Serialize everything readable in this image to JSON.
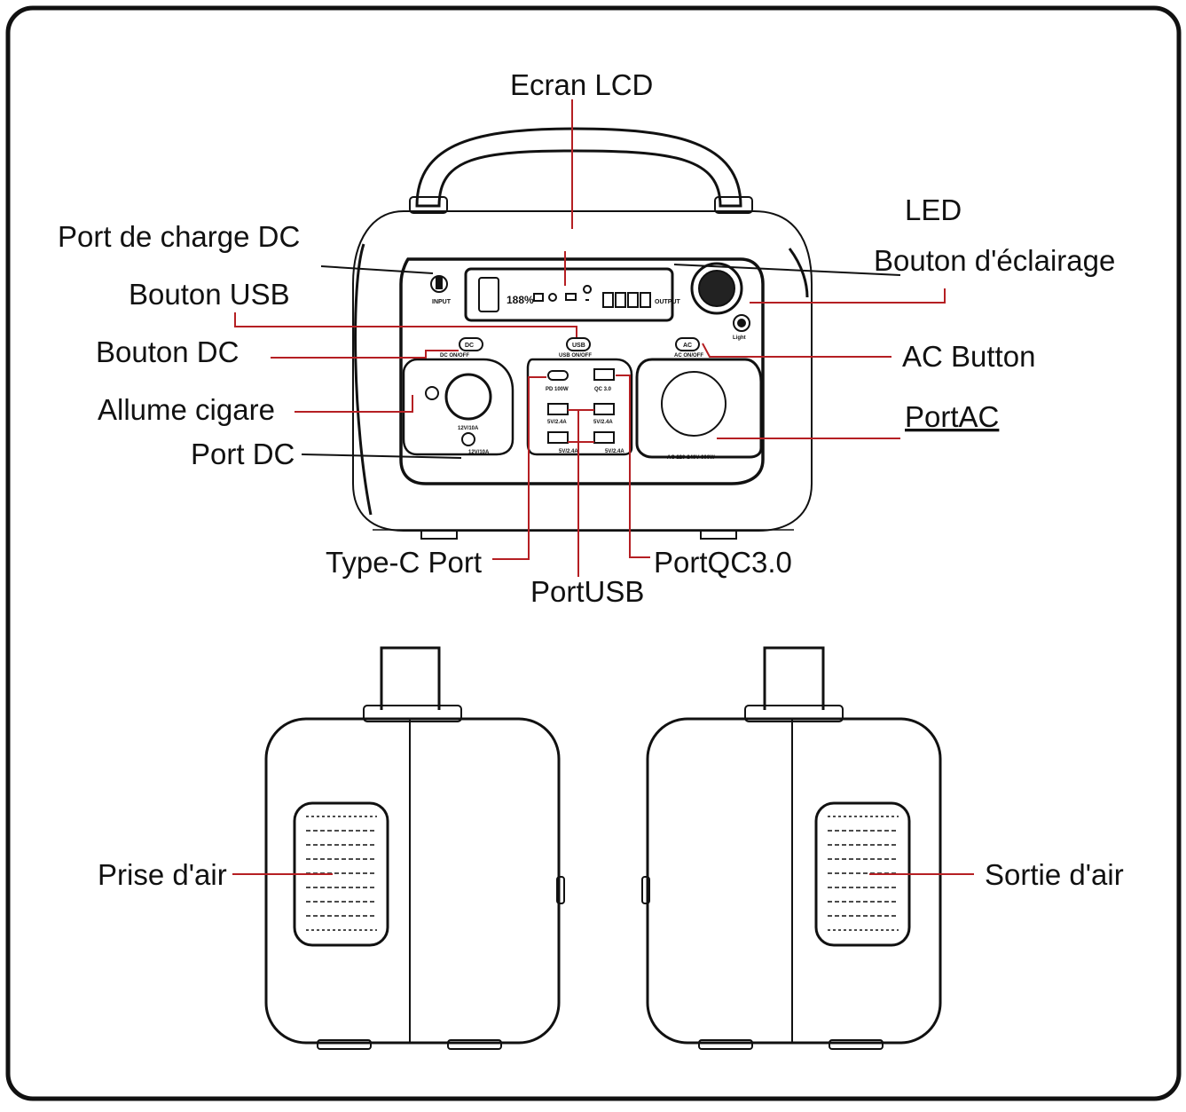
{
  "callouts": {
    "lcd_screen": "Ecran LCD",
    "led": "LED",
    "light_button": "Bouton d'éclairage",
    "dc_charge_port": "Port de charge DC",
    "usb_button": "Bouton USB",
    "dc_button": "Bouton DC",
    "ac_button": "AC Button",
    "cigarette_lighter": "Allume cigare",
    "ac_port": "PortAC",
    "dc_port": "Port DC",
    "type_c_port": "Type-C Port",
    "usb_port": "PortUSB",
    "qc_port": "PortQC3.0",
    "air_intake": "Prise d'air",
    "air_outlet": "Sortie d'air"
  },
  "device_labels": {
    "input": "INPUT",
    "dc_badge": "DC",
    "dc_switch": "DC ON/OFF",
    "usb_badge": "USB",
    "usb_switch": "USB ON/OFF",
    "ac_badge": "AC",
    "ac_switch": "AC ON/OFF",
    "light": "Light",
    "battery_readout": "188%",
    "output": "OUTPUT",
    "pd": "PD 100W",
    "qc": "QC 3.0",
    "usb_rating": "5V/2.4A",
    "dc_rating": "12V/10A",
    "ac_rating": "AC 220-240V 600W"
  },
  "colors": {
    "line": "#111111",
    "leader": "#b51f23",
    "background": "#ffffff"
  },
  "icons": {
    "power_button": "power-icon",
    "lcd_status": [
      "car-icon",
      "dc-icon",
      "usb-icon",
      "led-icon"
    ]
  }
}
